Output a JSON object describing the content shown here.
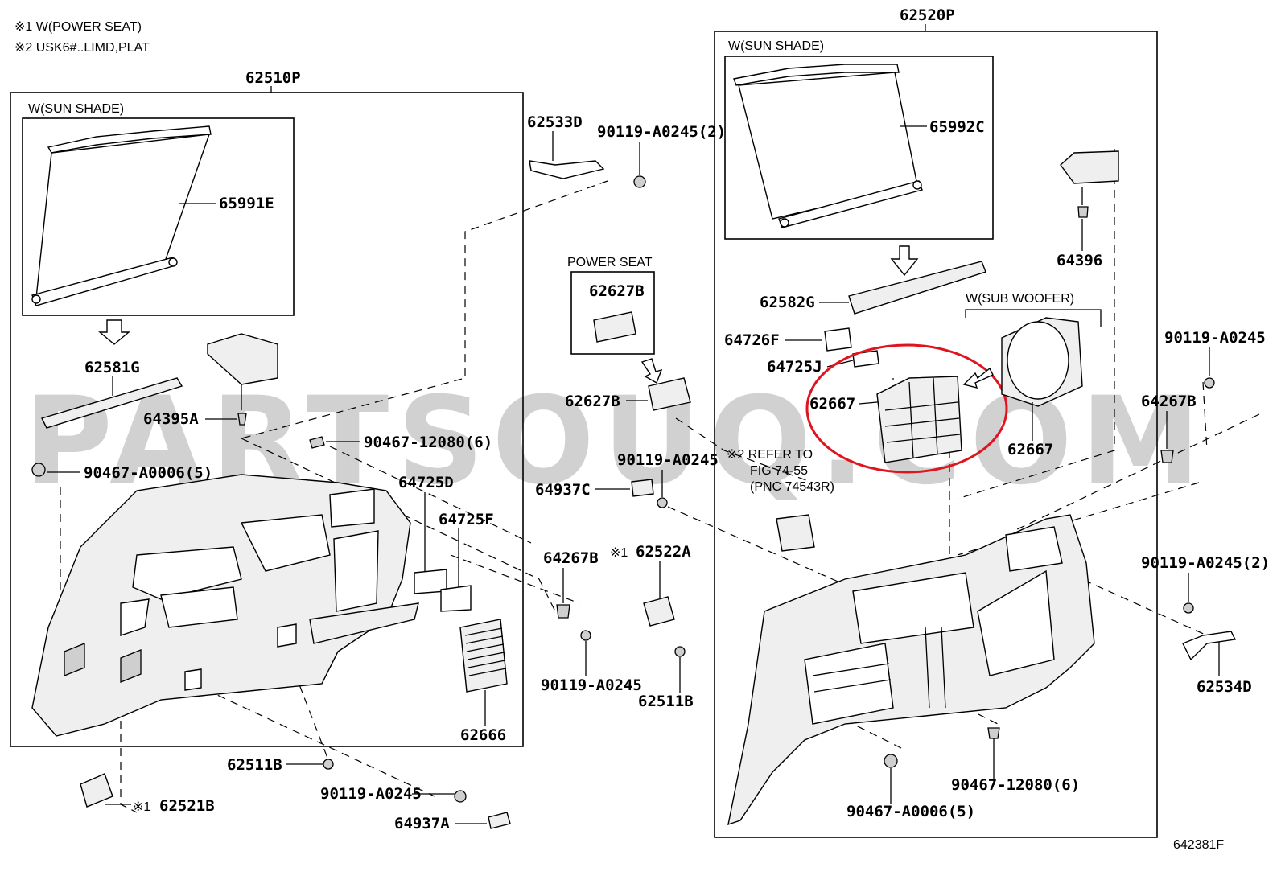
{
  "notes": {
    "note1": "※1 W(POWER SEAT)",
    "note2": "※2 USK6#..LIMD,PLAT"
  },
  "watermark": "PARTSOUQ.COM",
  "figure_id": "642381F",
  "highlight_color": "#e0141e",
  "groups": {
    "left_assembly": "62510P",
    "right_assembly": "62520P",
    "left_sunshade": "W(SUN SHADE)",
    "right_sunshade": "W(SUN SHADE)",
    "power_seat": "POWER SEAT",
    "sub_woofer": "W(SUB WOOFER)"
  },
  "refer": {
    "line1": "※2 REFER TO",
    "line2": "FIG 74-55",
    "line3": "(PNC 74543R)"
  },
  "labels": {
    "p65991E": "65991E",
    "p62581G": "62581G",
    "p64395A": "64395A",
    "p90467_12080_left": "90467-12080(6)",
    "p90467_A0006_left": "90467-A0006(5)",
    "p64725D": "64725D",
    "p64725F": "64725F",
    "p62666": "62666",
    "p62511B_left": "62511B",
    "p90119_A0245_bottom": "90119-A0245",
    "p62521B": "62521B",
    "p62521B_mark": "※1",
    "p64937A": "64937A",
    "p62533D": "62533D",
    "p90119_A0245_2_top": "90119-A0245(2)",
    "p62627B_box": "62627B",
    "p62627B": "62627B",
    "p90119_A0245_mid": "90119-A0245",
    "p64937C": "64937C",
    "p64267B_mid": "64267B",
    "p62522A": "62522A",
    "p62522A_mark": "※1",
    "p90119_A0245_low": "90119-A0245",
    "p62511B_mid": "62511B",
    "p65992C": "65992C",
    "p62582G": "62582G",
    "p64726F": "64726F",
    "p64725J": "64725J",
    "p62667_left": "62667",
    "p62667_right": "62667",
    "p64396": "64396",
    "p90119_A0245_right": "90119-A0245",
    "p64267B_right": "64267B",
    "p90119_A0245_2_right": "90119-A0245(2)",
    "p62534D": "62534D",
    "p90467_12080_right": "90467-12080(6)",
    "p90467_A0006_right": "90467-A0006(5)"
  }
}
